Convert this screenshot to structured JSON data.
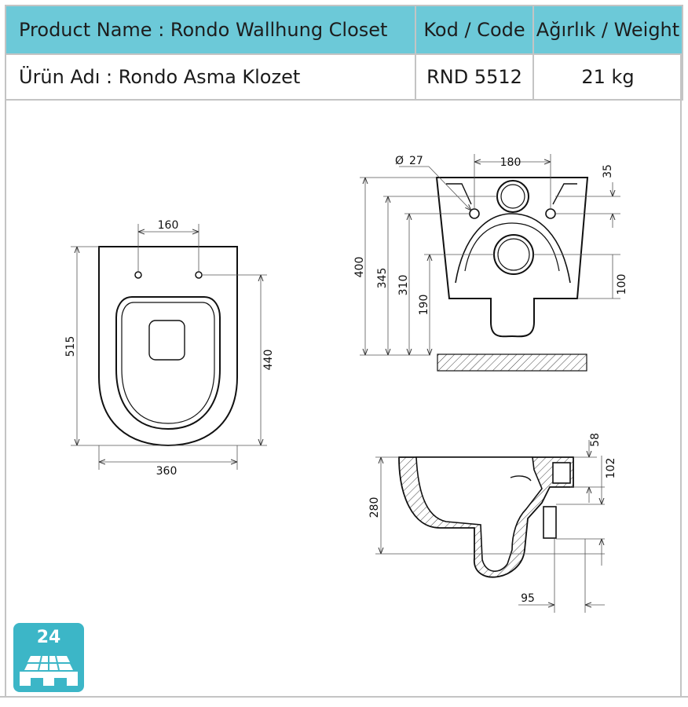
{
  "header": {
    "product_name_label": "Product Name : Rondo Wallhung Closet",
    "code_label": "Kod / Code",
    "weight_label": "Ağırlık / Weight"
  },
  "row": {
    "product_name_tr": "Ürün Adı : Rondo Asma Klozet",
    "code": "RND 5512",
    "weight": "21 kg"
  },
  "top_view": {
    "dim_160": "160",
    "dim_515": "515",
    "dim_440": "440",
    "dim_360": "360"
  },
  "front_view": {
    "dim_27": "27",
    "dim_180": "180",
    "dim_35": "35",
    "dim_400": "400",
    "dim_345": "345",
    "dim_310": "310",
    "dim_190": "190",
    "dim_100": "100"
  },
  "side_view": {
    "dim_58": "58",
    "dim_102": "102",
    "dim_280": "280",
    "dim_95": "95"
  },
  "pallet_badge": {
    "count": "24",
    "icon": "pallet-icon",
    "color": "#3cb6c7"
  },
  "colors": {
    "header_bg": "#6cc9d8",
    "border": "#c4c4c4"
  }
}
